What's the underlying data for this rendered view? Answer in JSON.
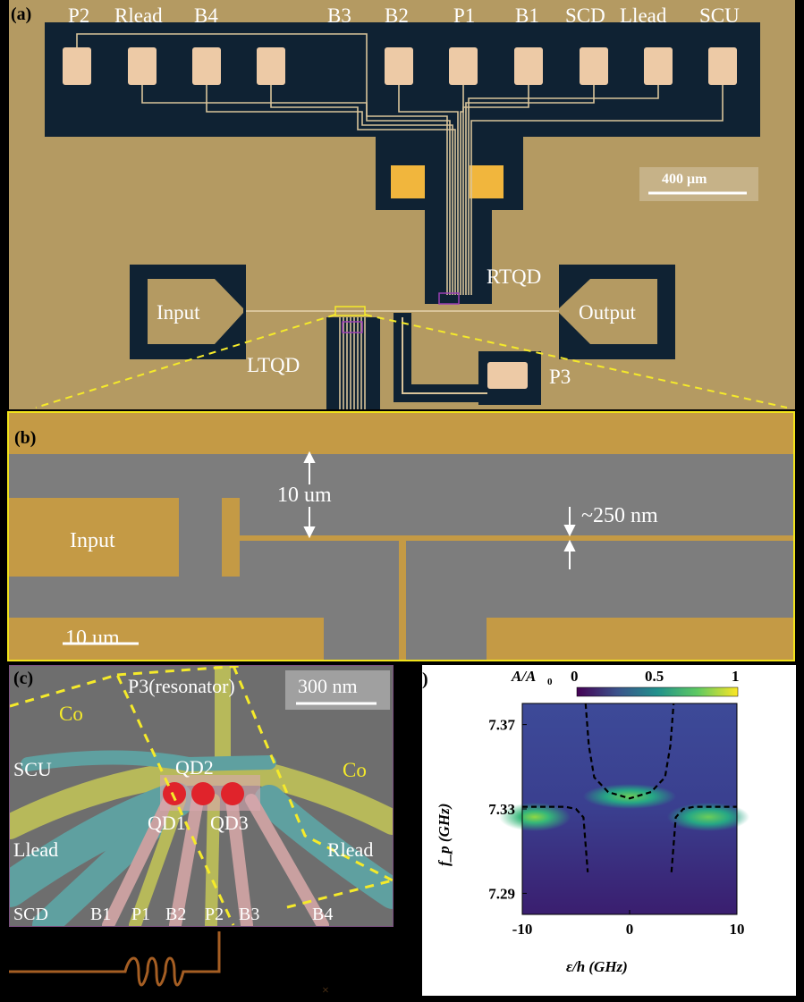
{
  "panel_a": {
    "tag": "(a)",
    "pad_labels": [
      "P2",
      "Rlead",
      "B4",
      "B3",
      "B2",
      "P1",
      "B1",
      "SCD",
      "Llead",
      "SCU"
    ],
    "scale_bar": "400 μm",
    "labels": {
      "rtqd": "RTQD",
      "ltqd": "LTQD",
      "input": "Input",
      "output": "Output",
      "p3": "P3"
    }
  },
  "panel_b": {
    "tag": "(b)",
    "input": "Input",
    "gap_label": "10 um",
    "width_label": "~250 nm",
    "scale_bar": "10 um"
  },
  "panel_c": {
    "tag": "(c)",
    "resonator": "P3(resonator)",
    "scale_bar": "300 nm",
    "co_left": "Co",
    "co_right": "Co",
    "scu": "SCU",
    "llead": "Llead",
    "rlead": "Rlead",
    "scd": "SCD",
    "qd1": "QD1",
    "qd2": "QD2",
    "qd3": "QD3",
    "gates": [
      "B1",
      "P1",
      "B2",
      "P2",
      "B3",
      "B4"
    ],
    "cross": "×"
  },
  "panel_d": {
    "tag": ")",
    "colorbar_label": "A/A",
    "colorbar_sub": "0",
    "colorbar_ticks": [
      "0",
      "0.5",
      "1"
    ],
    "colors": {
      "low": "#3b1e6e",
      "mid": "#21918c",
      "high": "#fde725"
    }
  },
  "chart_data": {
    "type": "heatmap",
    "xlabel": "ε/h (GHz)",
    "ylabel": "f_p (GHz)",
    "xlim": [
      -10,
      10
    ],
    "ylim": [
      7.28,
      7.38
    ],
    "x_ticks": [
      "-10",
      "0",
      "10"
    ],
    "y_ticks": [
      "7.29",
      "7.33",
      "7.37"
    ],
    "z_label": "A/A0",
    "z_range": [
      0,
      1
    ],
    "dashed_curves": [
      {
        "x": [
          -10,
          -8,
          -6,
          -5,
          -4.3,
          -3.9
        ],
        "y": [
          7.331,
          7.331,
          7.331,
          7.33,
          7.326,
          7.3
        ]
      },
      {
        "x": [
          -4.1,
          -3.8,
          -3.3,
          -2,
          0,
          2,
          3.3,
          3.8,
          4.1
        ],
        "y": [
          7.38,
          7.36,
          7.345,
          7.338,
          7.335,
          7.338,
          7.345,
          7.36,
          7.38
        ]
      },
      {
        "x": [
          3.9,
          4.3,
          5,
          6,
          8,
          10
        ],
        "y": [
          7.3,
          7.326,
          7.33,
          7.331,
          7.331,
          7.331
        ]
      }
    ]
  }
}
